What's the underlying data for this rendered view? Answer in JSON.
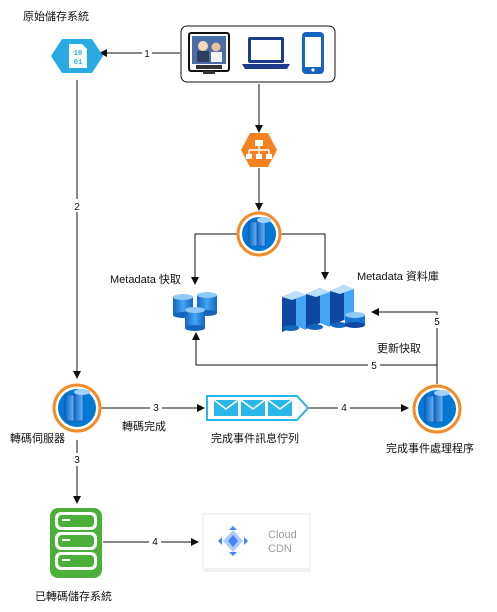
{
  "nodes": {
    "original_storage": {
      "label": "原始儲存系統"
    },
    "metadata_cache": {
      "label": "Metadata 快取"
    },
    "metadata_db": {
      "label": "Metadata 資料庫"
    },
    "transcode_server": {
      "label": "轉碼伺服器"
    },
    "transcode_done": {
      "label": "轉碼完成"
    },
    "queue": {
      "label": "完成事件訊息佇列"
    },
    "handler": {
      "label": "完成事件處理程序"
    },
    "transcoded_storage": {
      "label": "已轉碼儲存系統"
    },
    "cdn": {
      "line1": "Cloud",
      "line2": "CDN"
    },
    "binary_icon": {
      "line1": "10",
      "line2": "01"
    }
  },
  "edges": {
    "clients_to_original": "1",
    "original_to_transcode": "2",
    "transcode_to_queue": "3",
    "queue_to_handler": "4",
    "handler_to_db": "5",
    "handler_to_cache": "5",
    "update_cache": "更新快取",
    "transcode_to_storage": "3",
    "storage_to_cdn": "4"
  },
  "colors": {
    "azure_blue": "#0078d4",
    "hex_blue": "#29abe2",
    "orange": "#f58220",
    "ring_orange": "#f28c28",
    "green": "#4caf3a",
    "queue_blue": "#29b6e8",
    "cdn_blue": "#4285f4"
  }
}
